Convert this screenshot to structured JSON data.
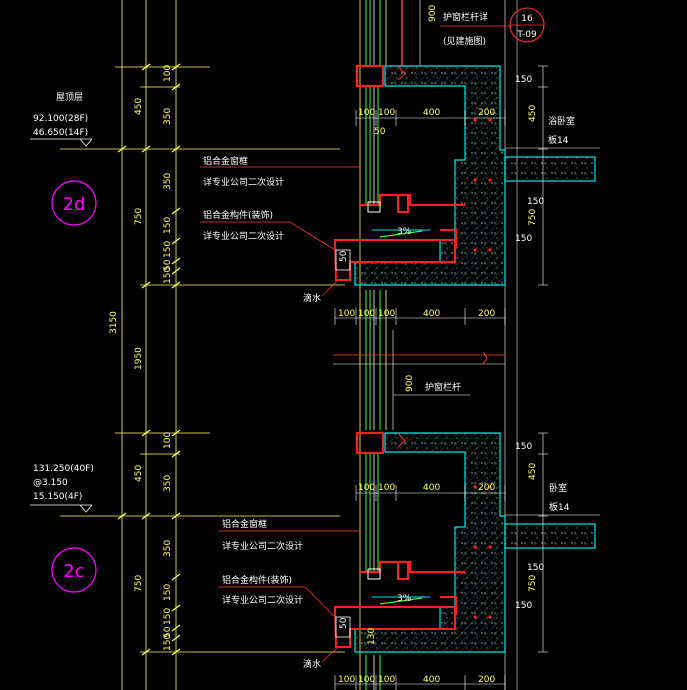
{
  "colors": {
    "background": "#000000",
    "dimension": "#ffff66",
    "text": "#ffffff",
    "structure": "#00e5e5",
    "frame": "#ff2020",
    "glass": "#33ff33",
    "marker": "#ff00ff",
    "callout": "#ff3333"
  },
  "top_callout": {
    "dim": "900",
    "label": "护窗栏杆详",
    "note": "(见建施图)",
    "detail_number": "16",
    "sheet": "T-09"
  },
  "level_block_upper": {
    "title": "屋顶层",
    "line1": "92.100(28F)",
    "line2": "46.650(14F)"
  },
  "level_block_lower": {
    "line1": "131.250(40F)",
    "line2": "@3.150",
    "line3": "15.150(4F)"
  },
  "grid_markers": [
    {
      "id": "2d"
    },
    {
      "id": "2c"
    }
  ],
  "left_dims": {
    "total": "3150",
    "middle": "1950",
    "upper": [
      "100",
      "450",
      "350",
      "350",
      "750",
      "150",
      "150",
      "50",
      "150"
    ],
    "lower": [
      "100",
      "450",
      "350",
      "350",
      "750",
      "150",
      "150",
      "50",
      "150"
    ]
  },
  "section_upper": {
    "label_sill": "铝合金窗框",
    "label_sill_note": "详专业公司二次设计",
    "label_trim": "铝合金构件(装饰)",
    "label_trim_note": "详专业公司二次设计",
    "drip": "滴水",
    "slope": "3%",
    "dims_top": [
      "100",
      "100",
      "400",
      "200"
    ],
    "dims_bottom": [
      "100",
      "100",
      "100",
      "400",
      "200"
    ],
    "small_dim": "50",
    "right_dims": [
      "150",
      "450",
      "750",
      "150"
    ],
    "slab_label": "浴卧室",
    "slab_thk": "板14",
    "small_150": "150",
    "drip_50": "50"
  },
  "section_lower": {
    "label_sill": "铝合金窗框",
    "label_sill_note": "详专业公司二次设计",
    "label_trim": "铝合金构件(装饰)",
    "label_trim_note": "详专业公司二次设计",
    "drip": "滴水",
    "slope": "3%",
    "dims_top": [
      "100",
      "100",
      "400",
      "200"
    ],
    "dims_bottom": [
      "100",
      "100",
      "100",
      "400",
      "200"
    ],
    "railing_dim": "900",
    "railing_label": "护窗栏杆",
    "right_dims": [
      "150",
      "450",
      "750",
      "150"
    ],
    "slab_label": "卧室",
    "slab_thk": "板14",
    "small_150": "150",
    "drip_50": "50",
    "drip_130": "130"
  }
}
